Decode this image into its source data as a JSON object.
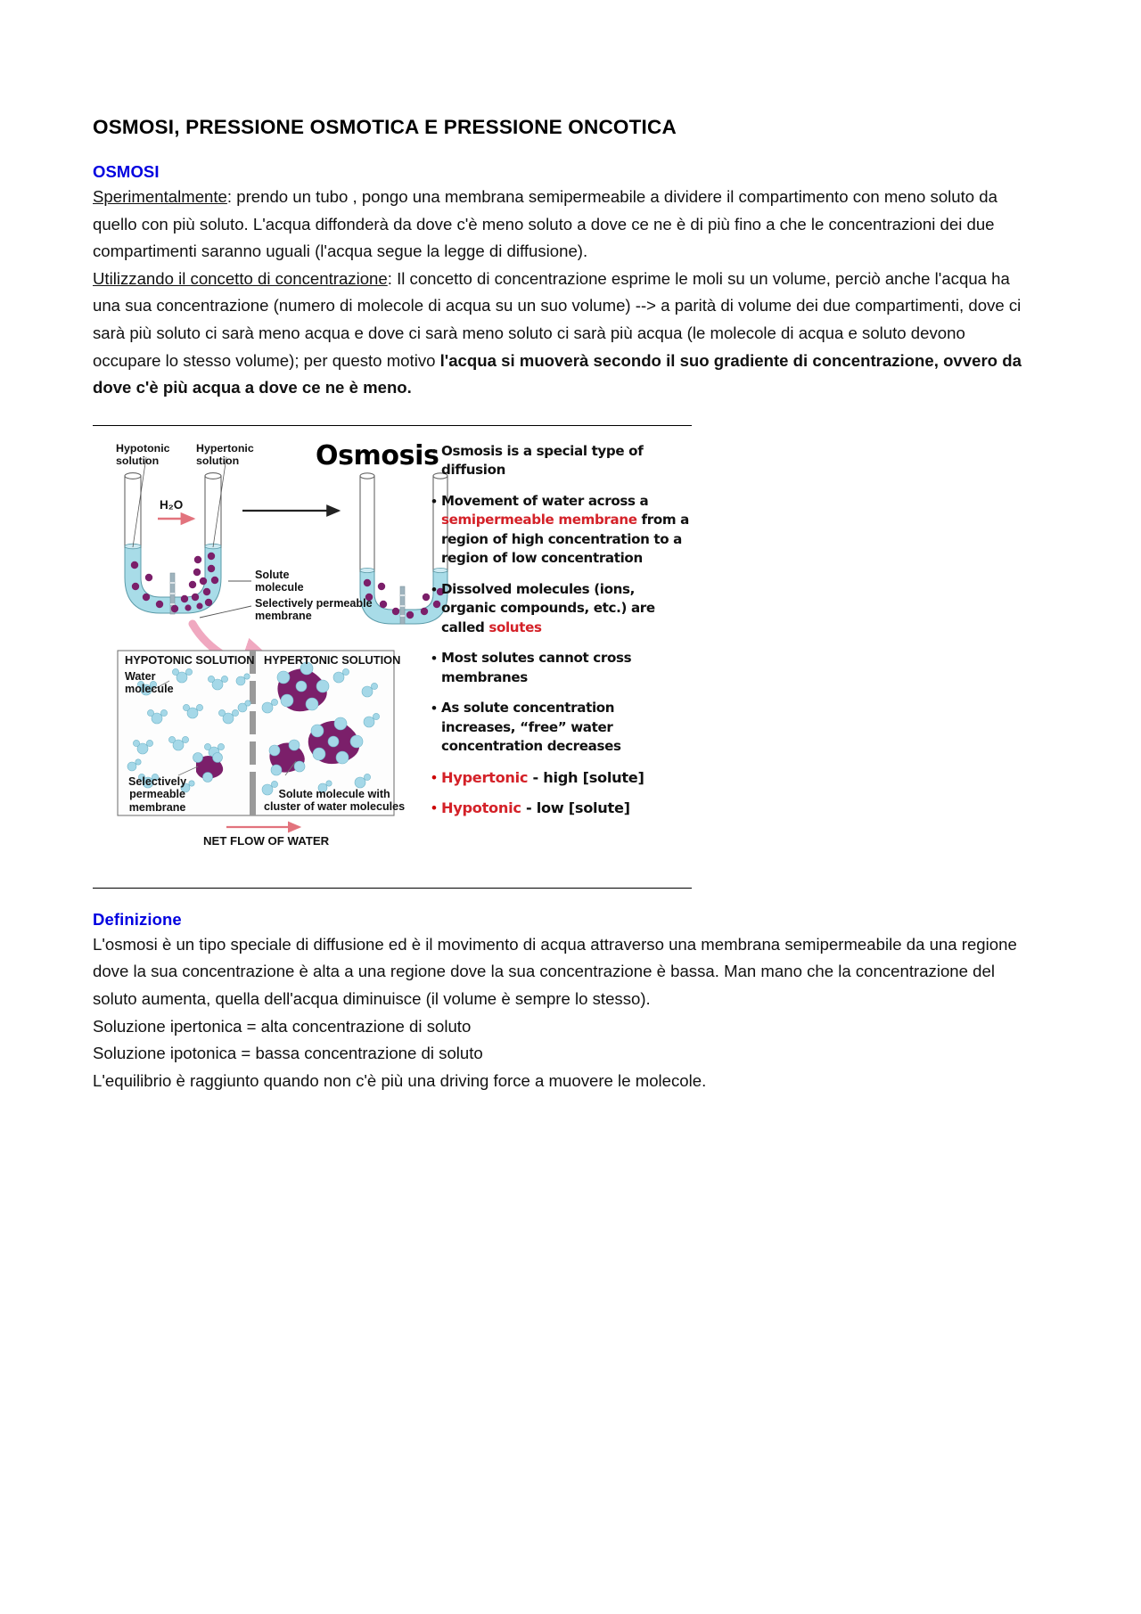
{
  "document": {
    "title": "OSMOSI, PRESSIONE OSMOTICA E PRESSIONE ONCOTICA"
  },
  "sections": [
    {
      "heading": "OSMOSI",
      "heading_color": "#0000e0",
      "paragraph_lead_1": "Sperimentalmente",
      "paragraph_1": ": prendo un tubo , pongo una membrana semipermeabile a dividere il compartimento con meno soluto da quello con più soluto. L'acqua diffonderà da dove c'è meno soluto a dove ce ne è di più fino a che le concentrazioni dei due compartimenti saranno uguali (l'acqua segue la legge di diffusione).",
      "paragraph_lead_2": "Utilizzando il concetto di concentrazione",
      "paragraph_2": ": Il concetto di concentrazione esprime le moli su un volume, perciò anche l'acqua ha una sua concentrazione (numero di molecole di acqua su un suo volume) --> a parità di volume dei due compartimenti, dove ci sarà più soluto ci sarà meno acqua e dove ci sarà meno soluto ci sarà più acqua (le molecole di acqua e soluto devono occupare lo stesso volume); per questo motivo ",
      "paragraph_2_bold": "l'acqua si muoverà secondo il suo gradiente di concentrazione, ovvero da dove c'è più acqua a dove ce ne è meno."
    }
  ],
  "figure": {
    "title": "Osmosis",
    "labels": {
      "hypotonic_solution": "Hypotonic\nsolution",
      "hypertonic_solution": "Hypertonic\nsolution",
      "water_formula": "H₂O",
      "solute_molecule": "Solute\nmolecule",
      "selectively_permeable_membrane": "Selectively permeable\nmembrane",
      "panel_hypotonic": "HYPOTONIC SOLUTION",
      "panel_hypertonic": "HYPERTONIC SOLUTION",
      "water_molecule": "Water\nmolecule",
      "selectively_permeable_membrane_2": "Selectively\npermeable\nmembrane",
      "solute_cluster": "Solute molecule with\ncluster of water molecules",
      "net_flow": "NET FLOW OF WATER"
    },
    "bullets": [
      {
        "parts": [
          {
            "text": "Osmosis is a special type of diffusion",
            "color": "#111111"
          }
        ]
      },
      {
        "parts": [
          {
            "text": "Movement of water across a ",
            "color": "#111111"
          },
          {
            "text": "semipermeable membrane",
            "color": "#d42128"
          },
          {
            "text": " from a region of high concentration to a region of low concentration",
            "color": "#111111"
          }
        ]
      },
      {
        "parts": [
          {
            "text": "Dissolved molecules (ions, organic compounds, etc.) are called ",
            "color": "#111111"
          },
          {
            "text": "solutes",
            "color": "#d42128"
          }
        ]
      },
      {
        "parts": [
          {
            "text": "Most solutes cannot cross membranes",
            "color": "#111111"
          }
        ]
      },
      {
        "parts": [
          {
            "text": "As solute concentration increases, “free” water concentration decreases",
            "color": "#111111"
          }
        ]
      },
      {
        "tonic": true,
        "parts": [
          {
            "text": "Hypertonic",
            "color": "#d42128"
          },
          {
            "text": " - high [solute]",
            "color": "#111111"
          }
        ]
      },
      {
        "tonic": true,
        "parts": [
          {
            "text": "Hypotonic",
            "color": "#d42128"
          },
          {
            "text": " - low [solute]",
            "color": "#111111"
          }
        ]
      }
    ]
  },
  "definition": {
    "heading": "Definizione",
    "heading_color": "#0000e0",
    "paragraph": "L'osmosi è un tipo speciale di diffusione ed è il movimento di acqua attraverso una membrana semipermeabile da una regione dove la sua concentrazione è alta a una regione dove la sua concentrazione è bassa.  Man mano che la concentrazione del soluto aumenta, quella dell'acqua diminuisce (il volume è sempre lo stesso).",
    "line_hypertonic": "Soluzione ipertonica = alta concentrazione di soluto",
    "line_hypotonic": "Soluzione ipotonica = bassa concentrazione di soluto",
    "line_equilibrium": "L'equilibrio è raggiunto quando non c'è più una driving force a muovere le molecole."
  },
  "colors": {
    "heading_blue": "#0000e0",
    "accent_red": "#d42128",
    "water_blue": "#a8dce8",
    "solute_purple": "#7b1f6a"
  }
}
